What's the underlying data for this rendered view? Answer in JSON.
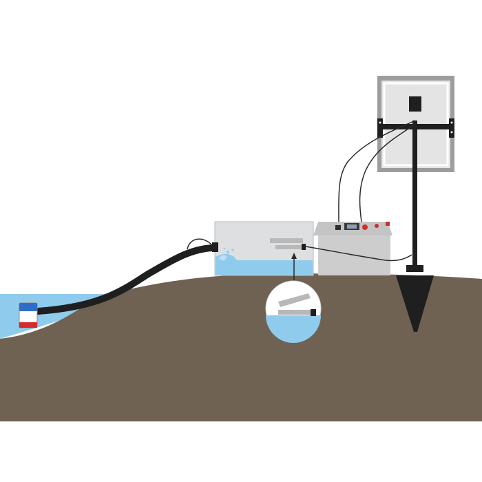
{
  "colors": {
    "background": "#ffffff",
    "ground": "#6f6253",
    "water": "#8ecbed",
    "water_light": "#b9e0f5",
    "hose": "#1f1f1f",
    "tank_fill": "#dedfe1",
    "tank_stroke": "#b6b8bb",
    "battery_body": "#dcdcdc",
    "battery_top": "#cfcfcf",
    "panel_frame": "#9d9d9d",
    "panel_cell": "#e4e4e4",
    "mount": "#1f1f1f",
    "accent_red": "#d52b2b",
    "accent_blue": "#2f6cc7"
  },
  "components": [
    {
      "name": "pond",
      "icon": "water-body"
    },
    {
      "name": "submersible-pump",
      "icon": "pump-icon"
    },
    {
      "name": "suction-hose",
      "icon": "hose"
    },
    {
      "name": "water-tank",
      "icon": "tank-icon"
    },
    {
      "name": "float-switch",
      "icon": "float-switch-icon"
    },
    {
      "name": "battery-box",
      "icon": "battery-icon"
    },
    {
      "name": "solar-panel",
      "icon": "solar-panel-icon"
    },
    {
      "name": "ground-stake",
      "icon": "stake-icon"
    }
  ]
}
